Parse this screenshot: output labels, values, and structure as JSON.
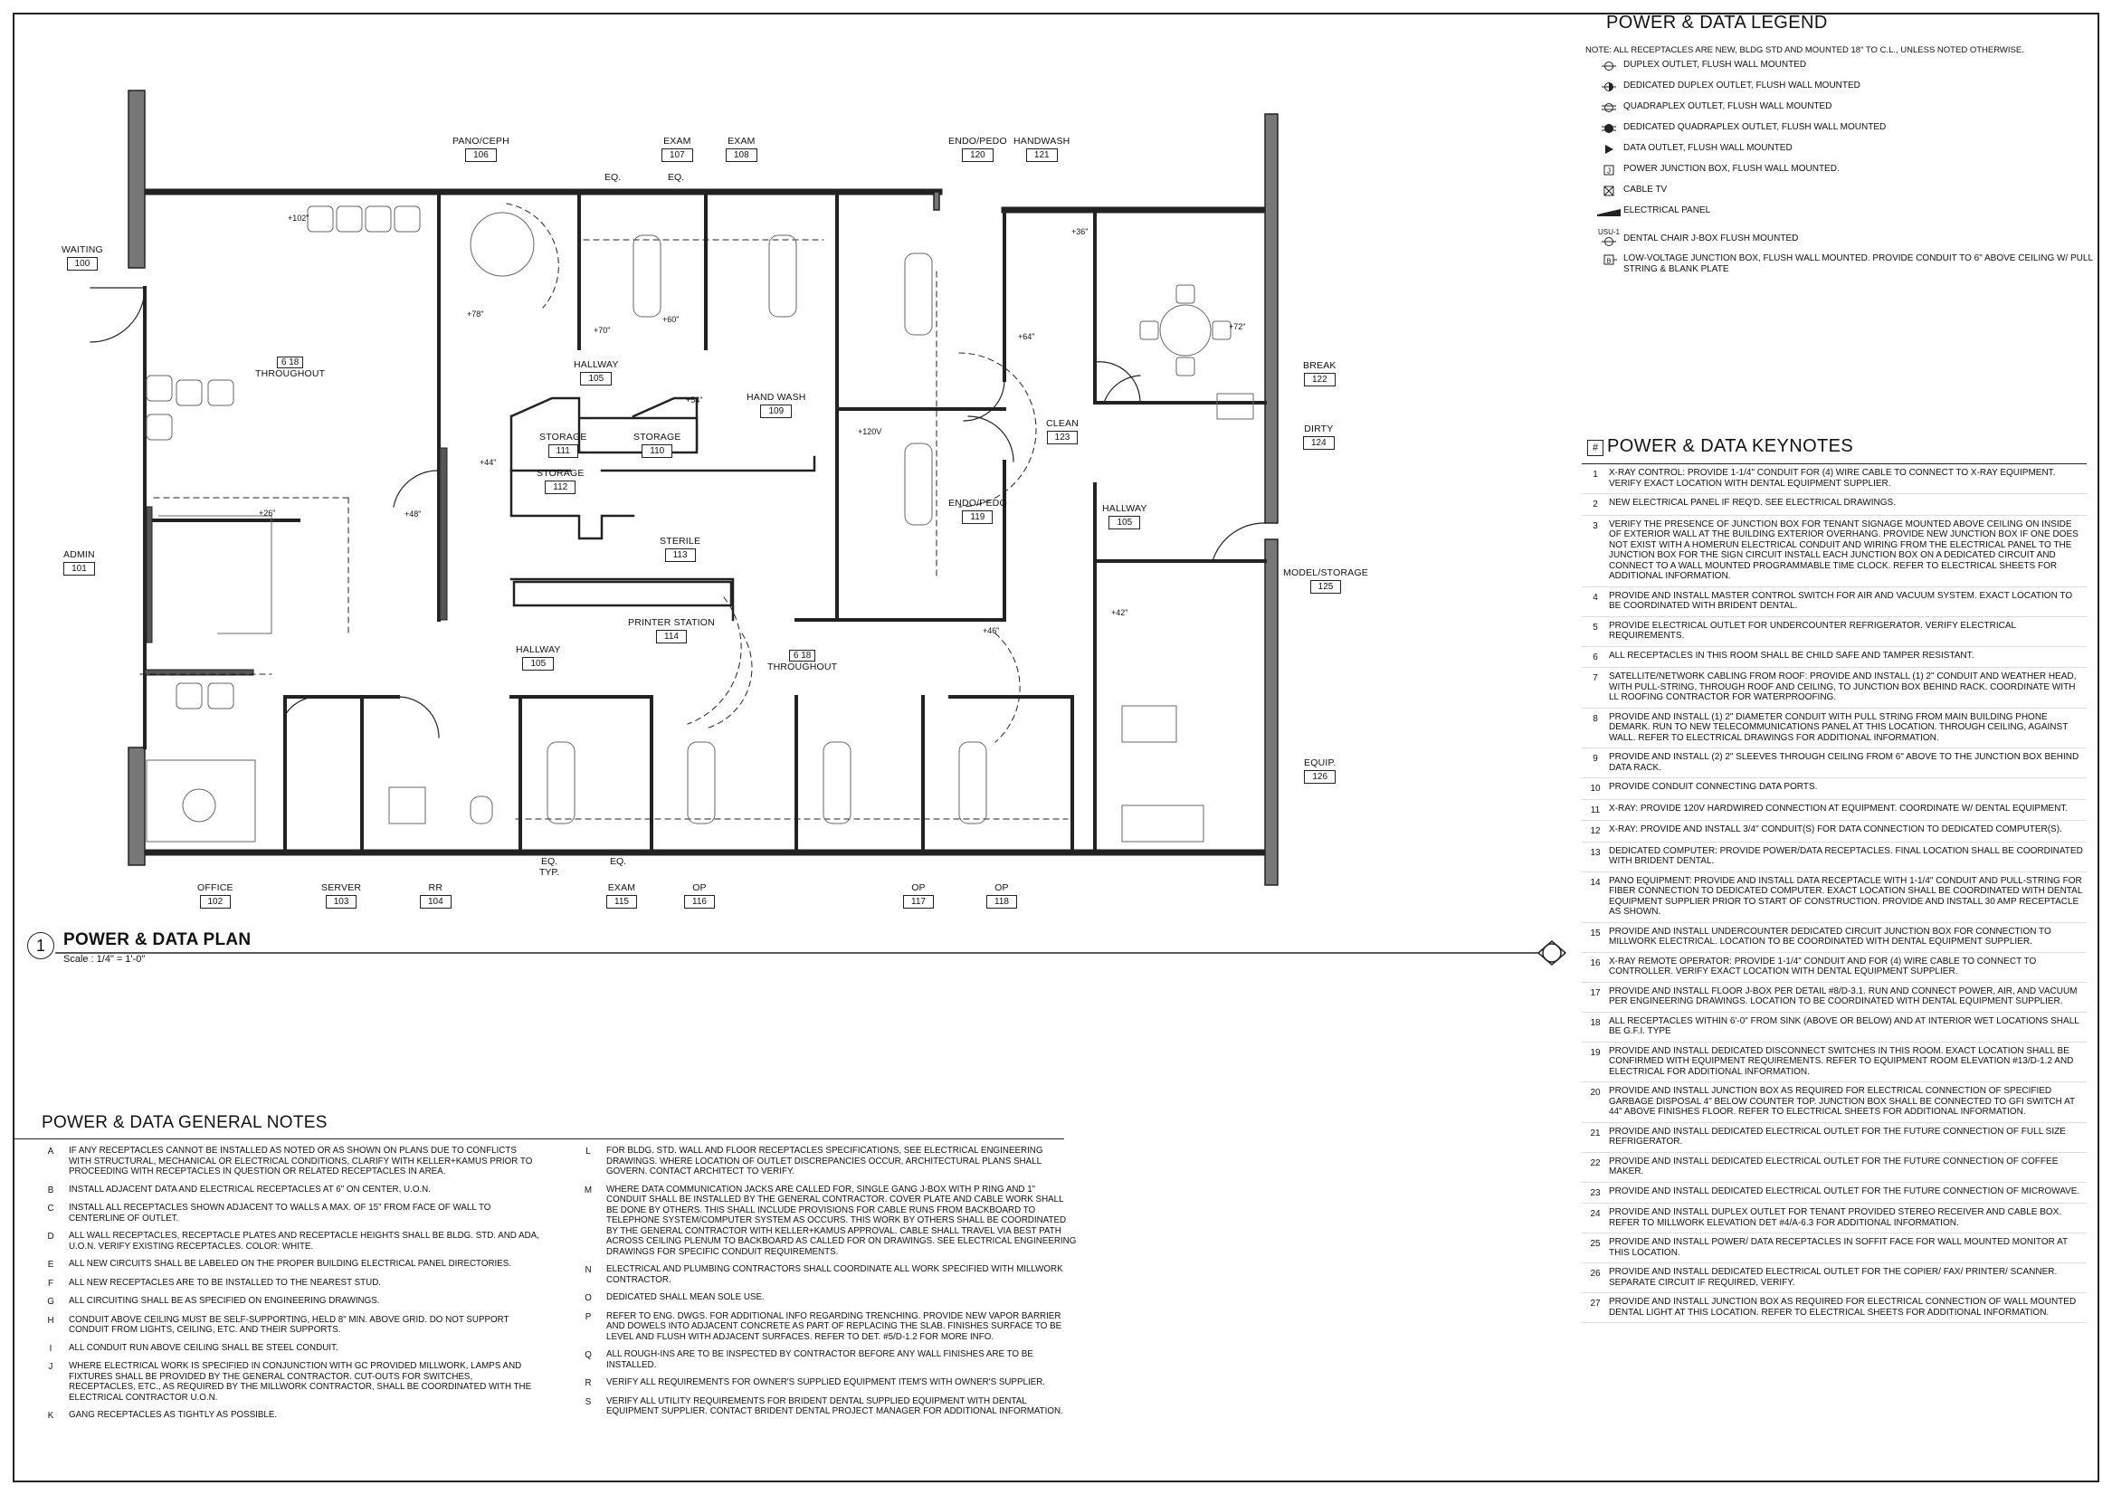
{
  "plan": {
    "title_number": "1",
    "title": "POWER & DATA PLAN",
    "scale": "Scale : 1/4\" = 1'-0\"",
    "rooms": [
      {
        "name": "WAITING",
        "number": "100"
      },
      {
        "name": "ADMIN",
        "number": "101"
      },
      {
        "name": "OFFICE",
        "number": "102"
      },
      {
        "name": "SERVER",
        "number": "103"
      },
      {
        "name": "RR",
        "number": "104"
      },
      {
        "name": "HALLWAY",
        "number": "105"
      },
      {
        "name": "HALLWAY",
        "number": "105"
      },
      {
        "name": "HALLWAY",
        "number": "105"
      },
      {
        "name": "PANO/CEPH",
        "number": "106"
      },
      {
        "name": "EXAM",
        "number": "107"
      },
      {
        "name": "EXAM",
        "number": "108"
      },
      {
        "name": "HAND WASH",
        "number": "109"
      },
      {
        "name": "STORAGE",
        "number": "110"
      },
      {
        "name": "STORAGE",
        "number": "111"
      },
      {
        "name": "STORAGE",
        "number": "112"
      },
      {
        "name": "STERILE",
        "number": "113"
      },
      {
        "name": "PRINTER STATION",
        "number": "114"
      },
      {
        "name": "EXAM",
        "number": "115"
      },
      {
        "name": "OP",
        "number": "116"
      },
      {
        "name": "OP",
        "number": "117"
      },
      {
        "name": "OP",
        "number": "118"
      },
      {
        "name": "ENDO/PEDO",
        "number": "119"
      },
      {
        "name": "ENDO/PEDO",
        "number": "120"
      },
      {
        "name": "HANDWASH",
        "number": "121"
      },
      {
        "name": "BREAK",
        "number": "122"
      },
      {
        "name": "CLEAN",
        "number": "123"
      },
      {
        "name": "DIRTY",
        "number": "124"
      },
      {
        "name": "MODEL/STORAGE",
        "number": "125"
      },
      {
        "name": "EQUIP.",
        "number": "126"
      }
    ],
    "throughout_tags": [
      {
        "tags": "6 18",
        "text": "THROUGHOUT"
      },
      {
        "tags": "6 18",
        "text": "THROUGHOUT"
      }
    ],
    "dims": [
      "EQ.",
      "EQ.",
      "EQ.",
      "EQ.",
      "TYP."
    ],
    "mount_heights": [
      "+102\"",
      "+78\"",
      "+54\"",
      "+60\"",
      "+70\"",
      "+44\"",
      "+36\"",
      "+26\"",
      "+48\"",
      "+42\"",
      "+120V",
      "+72\"",
      "+64\"",
      "+46\""
    ]
  },
  "legend": {
    "title": "POWER & DATA LEGEND",
    "note": "NOTE:  ALL RECEPTACLES ARE NEW, BLDG STD AND MOUNTED 18\" TO C.L., UNLESS NOTED OTHERWISE.",
    "items": [
      {
        "icon": "duplex-outlet-icon",
        "text": "DUPLEX OUTLET, FLUSH WALL MOUNTED"
      },
      {
        "icon": "dedicated-duplex-outlet-icon",
        "text": "DEDICATED DUPLEX OUTLET, FLUSH WALL MOUNTED"
      },
      {
        "icon": "quadraplex-outlet-icon",
        "text": "QUADRAPLEX OUTLET, FLUSH WALL MOUNTED"
      },
      {
        "icon": "dedicated-quadraplex-outlet-icon",
        "text": "DEDICATED QUADRAPLEX OUTLET, FLUSH WALL MOUNTED"
      },
      {
        "icon": "data-outlet-icon",
        "text": "DATA OUTLET, FLUSH WALL MOUNTED"
      },
      {
        "icon": "power-junction-box-icon",
        "text": "POWER JUNCTION BOX, FLUSH WALL MOUNTED."
      },
      {
        "icon": "cable-tv-icon",
        "text": "CABLE TV"
      },
      {
        "icon": "electrical-panel-icon",
        "text": "ELECTRICAL PANEL"
      },
      {
        "icon": "dental-chair-jbox-icon",
        "text": "DENTAL CHAIR J-BOX FLUSH MOUNTED",
        "tag": "USU-1"
      },
      {
        "icon": "low-voltage-jbox-icon",
        "text": "LOW-VOLTAGE JUNCTION BOX, FLUSH WALL MOUNTED. PROVIDE CONDUIT TO 6\" ABOVE CEILING W/ PULL STRING & BLANK PLATE"
      }
    ]
  },
  "keynotes": {
    "header_symbol": "#",
    "title": "POWER & DATA KEYNOTES",
    "items": [
      {
        "key": "1",
        "text": "X-RAY CONTROL: PROVIDE 1-1/4\" CONDUIT FOR (4) WIRE CABLE TO CONNECT TO X-RAY EQUIPMENT. VERIFY EXACT LOCATION WITH DENTAL EQUIPMENT SUPPLIER."
      },
      {
        "key": "2",
        "text": "NEW ELECTRICAL PANEL IF REQ'D. SEE ELECTRICAL DRAWINGS."
      },
      {
        "key": "3",
        "text": "VERIFY THE PRESENCE OF JUNCTION BOX FOR TENANT SIGNAGE MOUNTED ABOVE CEILING ON INSIDE OF EXTERIOR WALL AT THE BUILDING EXTERIOR OVERHANG. PROVIDE NEW JUNCTION BOX IF ONE DOES NOT EXIST WITH A HOMERUN ELECTRICAL CONDUIT AND WIRING FROM THE ELECTRICAL PANEL TO THE JUNCTION BOX FOR THE SIGN CIRCUIT INSTALL EACH JUNCTION BOX ON A DEDICATED CIRCUIT AND CONNECT TO A WALL MOUNTED PROGRAMMABLE TIME CLOCK. REFER TO ELECTRICAL SHEETS FOR ADDITIONAL INFORMATION."
      },
      {
        "key": "4",
        "text": "PROVIDE AND INSTALL MASTER CONTROL SWITCH FOR AIR AND VACUUM SYSTEM. EXACT LOCATION TO BE COORDINATED WITH BRIDENT DENTAL."
      },
      {
        "key": "5",
        "text": "PROVIDE ELECTRICAL OUTLET FOR UNDERCOUNTER REFRIGERATOR. VERIFY ELECTRICAL REQUIREMENTS."
      },
      {
        "key": "6",
        "text": "ALL RECEPTACLES IN THIS ROOM SHALL BE CHILD SAFE AND TAMPER RESISTANT."
      },
      {
        "key": "7",
        "text": "SATELLITE/NETWORK CABLING FROM ROOF:  PROVIDE AND INSTALL (1) 2\" CONDUIT AND WEATHER HEAD, WITH PULL-STRING, THROUGH ROOF AND CEILING, TO JUNCTION BOX BEHIND RACK.  COORDINATE WITH LL ROOFING CONTRACTOR FOR WATERPROOFING."
      },
      {
        "key": "8",
        "text": "PROVIDE AND INSTALL (1) 2\" DIAMETER CONDUIT WITH PULL STRING FROM MAIN BUILDING PHONE DEMARK. RUN TO NEW TELECOMMUNICATIONS PANEL AT THIS LOCATION. THROUGH CEILING, AGAINST WALL. REFER TO ELECTRICAL DRAWINGS FOR ADDITIONAL INFORMATION."
      },
      {
        "key": "9",
        "text": "PROVIDE AND INSTALL (2) 2\" SLEEVES THROUGH CEILING FROM 6\" ABOVE TO THE JUNCTION BOX BEHIND DATA RACK."
      },
      {
        "key": "10",
        "text": "PROVIDE CONDUIT CONNECTING DATA PORTS."
      },
      {
        "key": "11",
        "text": "X-RAY:  PROVIDE 120V HARDWIRED CONNECTION AT EQUIPMENT.  COORDINATE W/ DENTAL EQUIPMENT."
      },
      {
        "key": "12",
        "text": "X-RAY:  PROVIDE AND INSTALL 3/4\" CONDUIT(S) FOR DATA CONNECTION TO DEDICATED COMPUTER(S)."
      },
      {
        "key": "13",
        "text": "DEDICATED COMPUTER: PROVIDE POWER/DATA RECEPTACLES. FINAL LOCATION SHALL BE COORDINATED WITH BRIDENT DENTAL."
      },
      {
        "key": "14",
        "text": "PANO EQUIPMENT:  PROVIDE AND INSTALL DATA RECEPTACLE WITH 1-1/4\" CONDUIT AND PULL-STRING FOR FIBER CONNECTION TO DEDICATED COMPUTER.  EXACT LOCATION SHALL BE COORDINATED WITH DENTAL EQUIPMENT SUPPLIER PRIOR TO START OF CONSTRUCTION. PROVIDE AND INSTALL 30 AMP RECEPTACLE AS SHOWN."
      },
      {
        "key": "15",
        "text": "PROVIDE AND INSTALL UNDERCOUNTER DEDICATED CIRCUIT JUNCTION BOX FOR CONNECTION TO MILLWORK ELECTRICAL. LOCATION TO BE COORDINATED WITH DENTAL EQUIPMENT SUPPLIER."
      },
      {
        "key": "16",
        "text": "X-RAY REMOTE OPERATOR: PROVIDE 1-1/4\" CONDUIT AND FOR (4) WIRE CABLE TO CONNECT TO CONTROLLER.  VERIFY EXACT LOCATION WITH DENTAL EQUIPMENT SUPPLIER."
      },
      {
        "key": "17",
        "text": "PROVIDE AND INSTALL FLOOR J-BOX PER DETAIL #8/D-3.1. RUN AND CONNECT POWER, AIR, AND VACUUM PER ENGINEERING DRAWINGS. LOCATION TO BE COORDINATED WITH DENTAL EQUIPMENT SUPPLIER."
      },
      {
        "key": "18",
        "text": "ALL RECEPTACLES WITHIN 6'-0\" FROM SINK (ABOVE OR BELOW) AND AT INTERIOR WET LOCATIONS SHALL BE G.F.I. TYPE"
      },
      {
        "key": "19",
        "text": "PROVIDE AND INSTALL DEDICATED DISCONNECT SWITCHES IN THIS ROOM. EXACT LOCATION SHALL BE CONFIRMED WITH EQUIPMENT REQUIREMENTS. REFER TO EQUIPMENT ROOM ELEVATION #13/D-1.2 AND ELECTRICAL FOR ADDITIONAL INFORMATION."
      },
      {
        "key": "20",
        "text": "PROVIDE AND INSTALL JUNCTION BOX AS REQUIRED FOR ELECTRICAL CONNECTION OF SPECIFIED GARBAGE DISPOSAL 4\" BELOW COUNTER TOP. JUNCTION BOX SHALL BE CONNECTED TO GFI SWITCH AT 44\" ABOVE FINISHES FLOOR. REFER TO ELECTRICAL SHEETS FOR ADDITIONAL INFORMATION."
      },
      {
        "key": "21",
        "text": "PROVIDE AND INSTALL DEDICATED ELECTRICAL OUTLET FOR THE FUTURE CONNECTION OF FULL SIZE REFRIGERATOR."
      },
      {
        "key": "22",
        "text": "PROVIDE AND INSTALL DEDICATED ELECTRICAL OUTLET FOR THE FUTURE CONNECTION OF COFFEE MAKER."
      },
      {
        "key": "23",
        "text": "PROVIDE AND INSTALL DEDICATED ELECTRICAL OUTLET FOR THE FUTURE CONNECTION OF MICROWAVE."
      },
      {
        "key": "24",
        "text": "PROVIDE AND INSTALL DUPLEX OUTLET FOR TENANT PROVIDED STEREO RECEIVER AND CABLE BOX. REFER TO MILLWORK ELEVATION DET #4/A-6.3 FOR ADDITIONAL INFORMATION."
      },
      {
        "key": "25",
        "text": "PROVIDE AND INSTALL POWER/ DATA RECEPTACLES IN SOFFIT FACE FOR WALL MOUNTED MONITOR AT THIS LOCATION."
      },
      {
        "key": "26",
        "text": "PROVIDE AND INSTALL DEDICATED ELECTRICAL OUTLET FOR THE COPIER/ FAX/ PRINTER/ SCANNER. SEPARATE CIRCUIT IF REQUIRED,  VERIFY."
      },
      {
        "key": "27",
        "text": "PROVIDE AND INSTALL JUNCTION BOX AS REQUIRED FOR ELECTRICAL CONNECTION OF WALL MOUNTED DENTAL LIGHT AT THIS LOCATION. REFER TO ELECTRICAL SHEETS FOR ADDITIONAL INFORMATION."
      }
    ]
  },
  "general_notes": {
    "title": "POWER & DATA GENERAL NOTES",
    "left": [
      {
        "key": "A",
        "text": "IF ANY RECEPTACLES CANNOT BE INSTALLED AS NOTED OR AS SHOWN ON PLANS DUE TO CONFLICTS WITH STRUCTURAL, MECHANICAL OR ELECTRICAL CONDITIONS, CLARIFY WITH KELLER+KAMUS PRIOR TO PROCEEDING WITH RECEPTACLES IN QUESTION OR RELATED RECEPTACLES IN AREA."
      },
      {
        "key": "B",
        "text": "INSTALL ADJACENT DATA AND ELECTRICAL RECEPTACLES AT 6\" ON CENTER, U.O.N."
      },
      {
        "key": "C",
        "text": "INSTALL ALL RECEPTACLES SHOWN ADJACENT TO WALLS A MAX. OF 15\" FROM FACE OF WALL TO CENTERLINE OF OUTLET."
      },
      {
        "key": "D",
        "text": "ALL WALL RECEPTACLES, RECEPTACLE PLATES AND RECEPTACLE HEIGHTS SHALL BE BLDG. STD. AND ADA, U.O.N. VERIFY EXISTING RECEPTACLES. COLOR: WHITE."
      },
      {
        "key": "E",
        "text": "ALL NEW CIRCUITS SHALL BE LABELED ON THE PROPER BUILDING ELECTRICAL PANEL DIRECTORIES."
      },
      {
        "key": "F",
        "text": "ALL NEW RECEPTACLES ARE TO BE INSTALLED TO THE NEAREST STUD."
      },
      {
        "key": "G",
        "text": "ALL CIRCUITING SHALL BE AS SPECIFIED ON ENGINEERING DRAWINGS."
      },
      {
        "key": "H",
        "text": "CONDUIT ABOVE CEILING MUST BE SELF-SUPPORTING, HELD 8\" MIN. ABOVE GRID.  DO NOT SUPPORT CONDUIT FROM LIGHTS, CEILING, ETC. AND THEIR SUPPORTS."
      },
      {
        "key": "I",
        "text": "ALL CONDUIT RUN ABOVE CEILING SHALL BE STEEL CONDUIT."
      },
      {
        "key": "J",
        "text": "WHERE ELECTRICAL WORK IS SPECIFIED IN CONJUNCTION WITH GC PROVIDED MILLWORK, LAMPS AND FIXTURES SHALL BE PROVIDED BY THE GENERAL CONTRACTOR.  CUT-OUTS FOR SWITCHES, RECEPTACLES, ETC., AS REQUIRED BY THE MILLWORK CONTRACTOR, SHALL BE COORDINATED WITH THE ELECTRICAL CONTRACTOR U.O.N."
      },
      {
        "key": "K",
        "text": "GANG RECEPTACLES AS TIGHTLY AS POSSIBLE."
      }
    ],
    "right": [
      {
        "key": "L",
        "text": "FOR BLDG. STD. WALL AND FLOOR RECEPTACLES SPECIFICATIONS, SEE ELECTRICAL ENGINEERING DRAWINGS.  WHERE LOCATION OF OUTLET DISCREPANCIES OCCUR, ARCHITECTURAL PLANS SHALL GOVERN.  CONTACT ARCHITECT TO VERIFY."
      },
      {
        "key": "M",
        "text": "WHERE DATA COMMUNICATION JACKS ARE CALLED FOR, SINGLE GANG J-BOX WITH P RING AND 1\" CONDUIT SHALL BE INSTALLED BY THE GENERAL CONTRACTOR. COVER PLATE AND CABLE WORK SHALL BE DONE BY OTHERS. THIS SHALL INCLUDE PROVISIONS FOR CABLE RUNS FROM BACKBOARD TO TELEPHONE SYSTEM/COMPUTER SYSTEM AS OCCURS. THIS WORK BY OTHERS SHALL BE COORDINATED BY THE GENERAL CONTRACTOR WITH KELLER+KAMUS APPROVAL.  CABLE SHALL TRAVEL VIA BEST PATH ACROSS CEILING PLENUM TO BACKBOARD AS CALLED FOR ON DRAWINGS.  SEE ELECTRICAL ENGINEERING DRAWINGS FOR SPECIFIC CONDUIT REQUIREMENTS."
      },
      {
        "key": "N",
        "text": "ELECTRICAL AND PLUMBING CONTRACTORS SHALL COORDINATE ALL WORK SPECIFIED WITH MILLWORK CONTRACTOR."
      },
      {
        "key": "O",
        "text": "DEDICATED SHALL MEAN SOLE USE."
      },
      {
        "key": "P",
        "text": "REFER TO ENG. DWGS. FOR ADDITIONAL INFO REGARDING TRENCHING.  PROVIDE NEW VAPOR BARRIER AND DOWELS INTO ADJACENT CONCRETE AS PART OF REPLACING THE SLAB.  FINISHES SURFACE TO BE LEVEL AND FLUSH WITH ADJACENT SURFACES.  REFER TO DET. #5/D-1.2   FOR MORE INFO."
      },
      {
        "key": "Q",
        "text": "ALL ROUGH-INS ARE TO BE INSPECTED BY CONTRACTOR  BEFORE ANY WALL FINISHES ARE TO BE INSTALLED."
      },
      {
        "key": "R",
        "text": "VERIFY ALL REQUIREMENTS FOR OWNER'S SUPPLIED EQUIPMENT ITEM'S WITH OWNER'S SUPPLIER."
      },
      {
        "key": "S",
        "text": "VERIFY ALL UTILITY REQUIREMENTS FOR BRIDENT DENTAL SUPPLIED EQUIPMENT WITH DENTAL EQUIPMENT SUPPLIER.  CONTACT BRIDENT DENTAL PROJECT MANAGER FOR ADDITIONAL INFORMATION."
      }
    ]
  }
}
